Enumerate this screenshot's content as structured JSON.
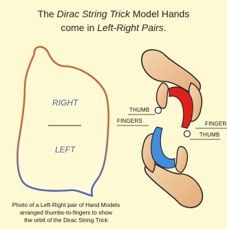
{
  "title": {
    "line1_pre": "The ",
    "line1_em": "Dirac String Trick",
    "line1_post": " Model Hands",
    "line2_pre": "come in ",
    "line2_em": "Left-Right Pairs",
    "line2_post": "."
  },
  "left_model": {
    "label_top": "RIGHT",
    "label_bottom": "LEFT"
  },
  "right_model": {
    "thumb_top": "THUMB",
    "fingers_left": "FINGERS",
    "fingers_right": "FINGER",
    "thumb_right": "THUMB"
  },
  "caption": {
    "line1": "Photo of a Left-Right pair of Hand Models",
    "line2": "arranged thumbs-to-fingers to show",
    "line3": "the orbit of the Dirac String Trick"
  },
  "colors": {
    "background": "#fdf9d2",
    "outline_orange": "#c56a3a",
    "outline_blue": "#4a64c0",
    "red_band": "#e0201c",
    "blue_band": "#3f8ee0",
    "skin": "#f0c89a"
  }
}
